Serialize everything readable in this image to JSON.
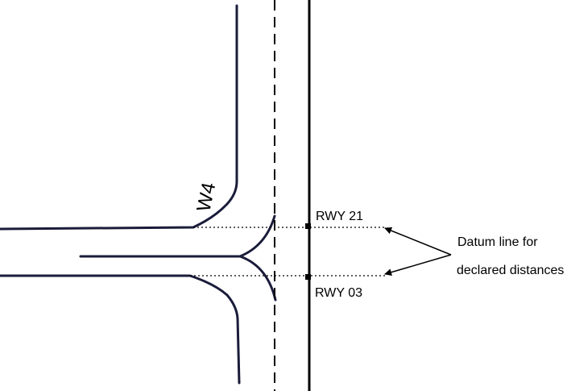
{
  "taxiway": {
    "name": "W4"
  },
  "runway": {
    "marker_21": "RWY 21",
    "marker_03": "RWY 03"
  },
  "annotation": {
    "line1": "Datum line for",
    "line2": "declared distances"
  },
  "colors": {
    "taxiway_edge": "#1a1c3a",
    "runway_edge": "#000000",
    "datum_line": "#000000"
  }
}
